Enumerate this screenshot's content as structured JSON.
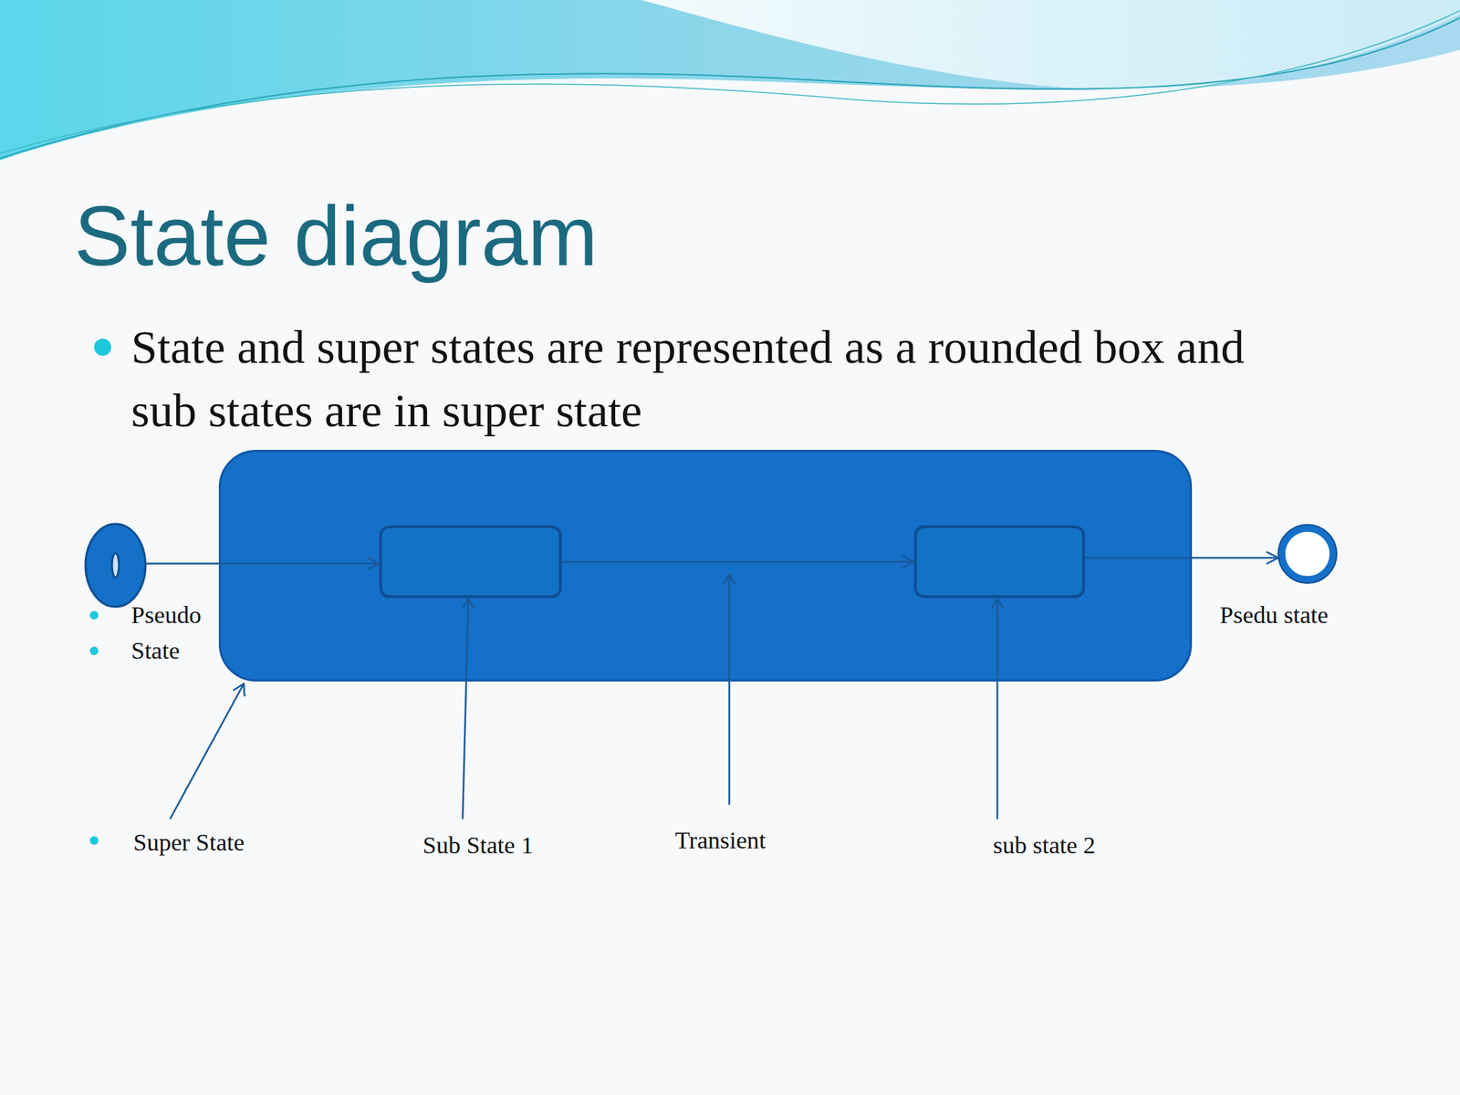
{
  "diagram": {
    "title": "State diagram",
    "nodes": [
      {
        "text": [
          "Pseudo",
          "State"
        ]
      },
      {
        "text": [
          "Super State"
        ]
      },
      {
        "text": [
          "Sub State 1"
        ],
        "in": 1
      },
      {
        "text": [
          "sub state 2"
        ],
        "in": 1
      },
      {
        "text": [
          "Psedu state"
        ]
      }
    ],
    "edges": [
      {
        "from": 0,
        "to": 2,
        "arrow": "to"
      },
      {
        "from": 2,
        "to": 3,
        "arrow": "to"
      },
      {
        "from": 3,
        "to": 4,
        "arrow": "to"
      }
    ],
    "labels": [
      "State and super states are represented as a rounded box and sub states are in super state",
      "Transient"
    ]
  }
}
